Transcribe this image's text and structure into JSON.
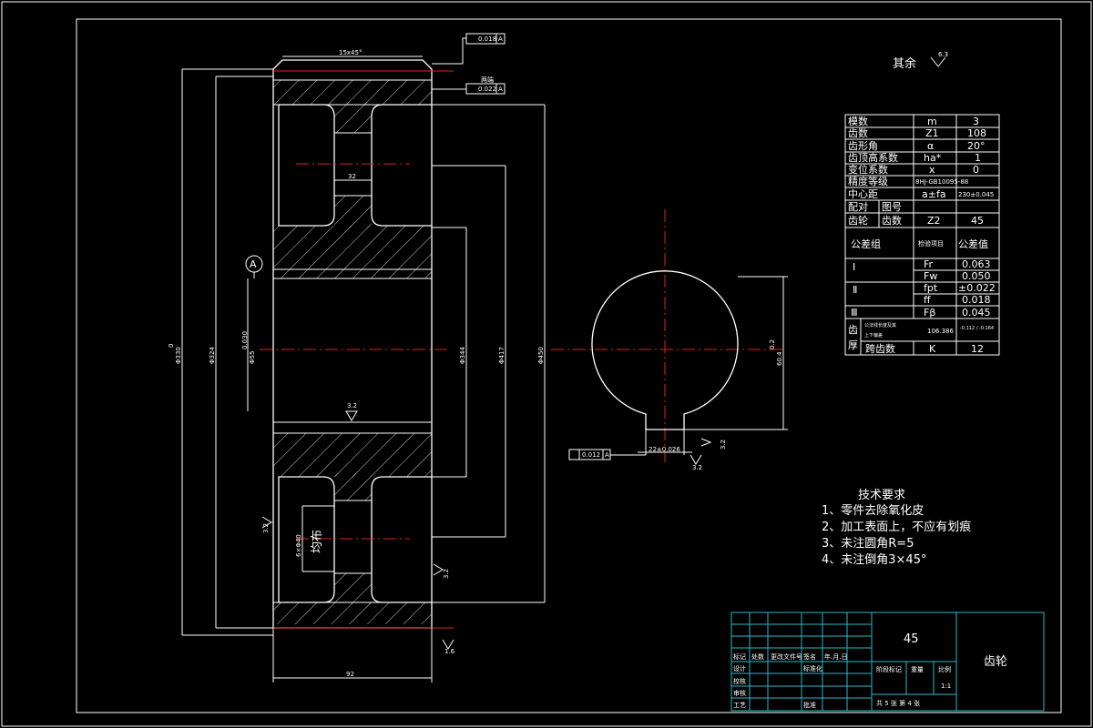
{
  "colors": {
    "background": "#000000",
    "line": "#ffffff",
    "center_line": "#e0201e",
    "table_line": "#2bb7c6"
  },
  "notes": {
    "roughness_other_label": "其余",
    "roughness_other_value": "6.3",
    "tech_title": "技术要求",
    "tech_items": [
      "1、零件去除氧化皮",
      "2、加工表面上，不应有划痕",
      "3、未注圆角R=5",
      "4、未注倒角3×45°"
    ]
  },
  "dims": {
    "chamfer": "15x45°",
    "tol_top": "0.018",
    "tol_top_letter": "A",
    "tol_second": "0.022",
    "tol_second_letter": "A",
    "tol_second_note": "两端",
    "hub_width": "32",
    "datum": "A",
    "bore": "Φ55",
    "bore_sup": "0.030",
    "d324": "Φ324",
    "d330": "Φ330",
    "d330_sup": "0",
    "d344": "Φ344",
    "d417": "Φ417",
    "d450": "Φ450",
    "roughness_bore": "3.2",
    "roughness_side": "3.2",
    "roughness_right": "3.2",
    "roughness_bottom": "1.6",
    "bottom_width": "92",
    "holes": "6×Φ40",
    "holes_label": "均布",
    "keyway_width": "22±0.026",
    "keyway_depth": "60.4",
    "keyway_depth_sup": "0.2",
    "keyway_tol": "0.012",
    "keyway_tol_letter": "A",
    "keyway_rough_1": "3.2",
    "keyway_rough_2": "3.2"
  },
  "param_table": {
    "rows": [
      [
        "模数",
        "m",
        "3"
      ],
      [
        "齿数",
        "Z1",
        "108"
      ],
      [
        "齿形角",
        "α",
        "20°"
      ],
      [
        "齿顶高系数",
        "ha*",
        "1"
      ],
      [
        "变位系数",
        "x",
        "0"
      ],
      [
        "精度等级",
        "8HJ-GB10095-88",
        ""
      ],
      [
        "中心距",
        "a±fa",
        "230±0.045"
      ]
    ],
    "mate_label": "配对",
    "mate_label2": "齿轮",
    "drawing_no": "图号",
    "teeth": "齿数",
    "z2": "Z2",
    "z2_value": "45",
    "group_label": "公差组",
    "check_item": "检验项目",
    "tol_value": "公差值",
    "groups": [
      {
        "name": "Ⅰ",
        "items": [
          [
            "Fr",
            "0.063"
          ],
          [
            "Fw",
            "0.050"
          ]
        ]
      },
      {
        "name": "Ⅱ",
        "items": [
          [
            "fpt",
            "±0.022"
          ],
          [
            "ff",
            "0.018"
          ]
        ]
      },
      {
        "name": "Ⅲ",
        "items": [
          [
            "Fβ",
            "0.045"
          ]
        ]
      }
    ],
    "thickness_label_1": "齿",
    "thickness_label_2": "厚",
    "thickness_sub_1": "公法线长度及其",
    "thickness_sub_2": "上下偏差",
    "thickness_value": "106.386",
    "thickness_dev": "-0.112 / -0.164",
    "span_label": "跨齿数",
    "span_symbol": "K",
    "span_value": "12"
  },
  "title_block": {
    "material": "45",
    "part_name": "齿轮",
    "marks": "标记",
    "count": "处数",
    "change_doc": "更改文件号",
    "signature": "签名",
    "date": "年.月.日",
    "design": "设计",
    "standardize": "标准化",
    "check": "校核",
    "review": "审核",
    "process": "工艺",
    "approve": "批准",
    "stage": "阶段标记",
    "weight": "重量",
    "scale": "比例",
    "scale_value": "1:1",
    "sheets": "共 5 张   第 4 张"
  }
}
